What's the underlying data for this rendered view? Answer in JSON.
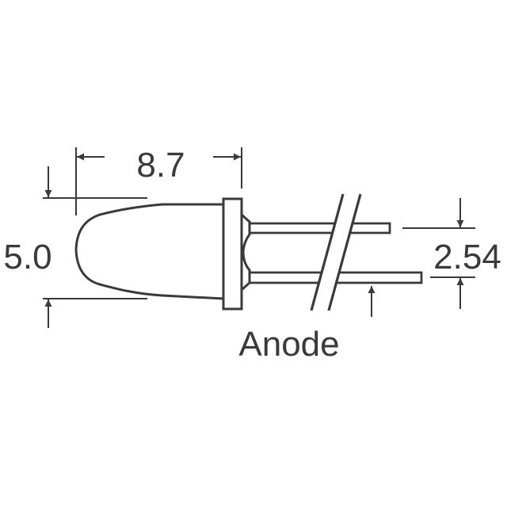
{
  "diagram": {
    "type": "LED package outline drawing",
    "colors": {
      "stroke": "#3a3a3a",
      "background": "#ffffff"
    },
    "dimensions": {
      "length": {
        "label": "8.7"
      },
      "diameter": {
        "label": "5.0"
      },
      "lead_spacing": {
        "label": "2.54"
      }
    },
    "callouts": {
      "anode": {
        "label": "Anode"
      }
    }
  }
}
